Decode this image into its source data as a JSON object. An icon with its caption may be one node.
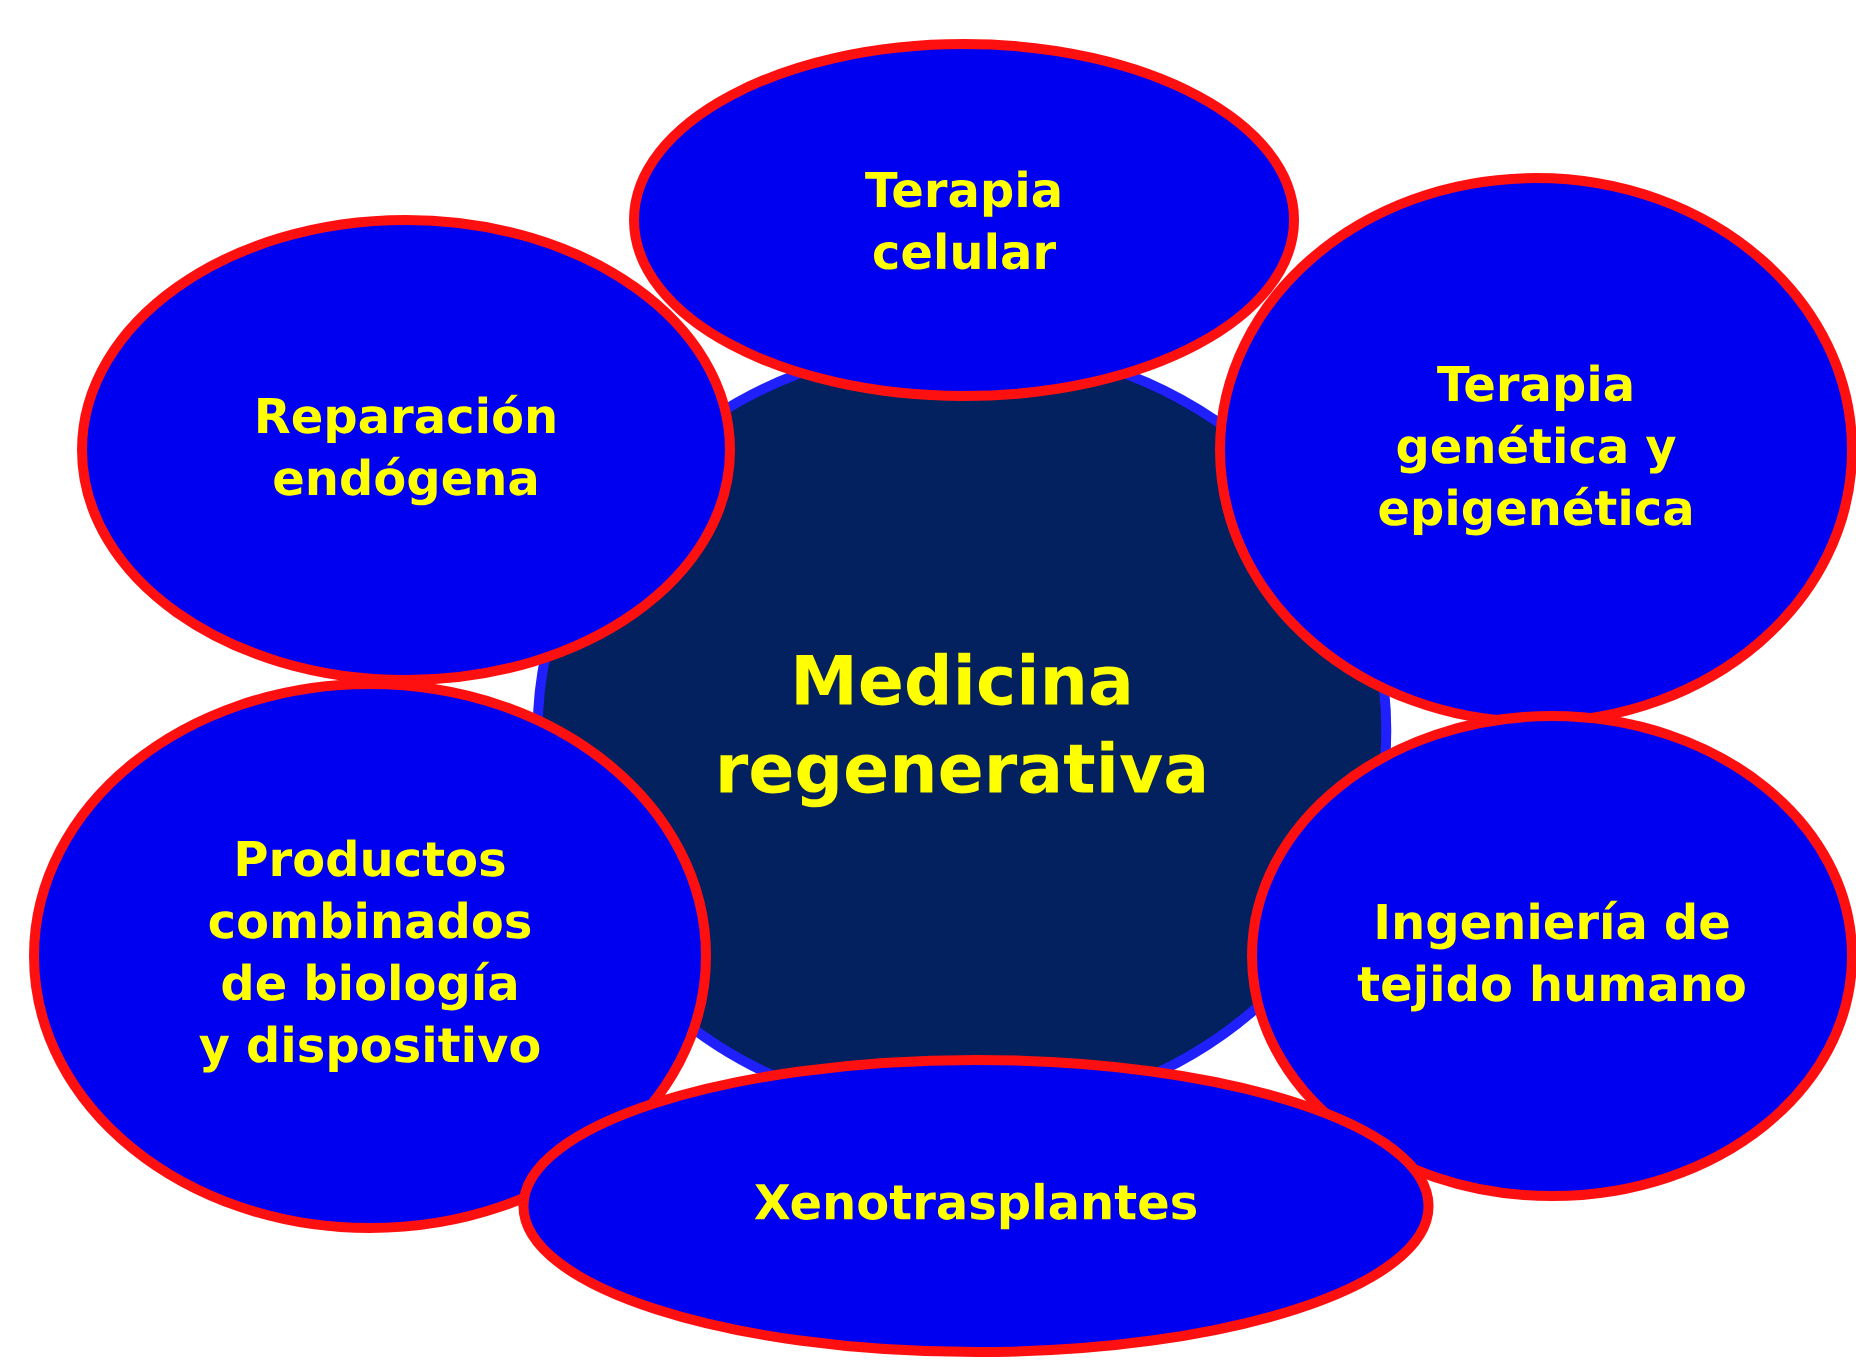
{
  "diagram": {
    "nodes": [
      {
        "text": [
          "Medicina regenerativa"
        ]
      },
      {
        "text": [
          "Terapia celular"
        ]
      },
      {
        "text": [
          "Reparación endógena"
        ]
      },
      {
        "text": [
          "Terapia genética y epigenética"
        ]
      },
      {
        "text": [
          "Productos combinados de biología y dispositivo"
        ]
      },
      {
        "text": [
          "Ingeniería de tejido humano"
        ]
      },
      {
        "text": [
          "Xenotrasplantes"
        ]
      }
    ]
  }
}
